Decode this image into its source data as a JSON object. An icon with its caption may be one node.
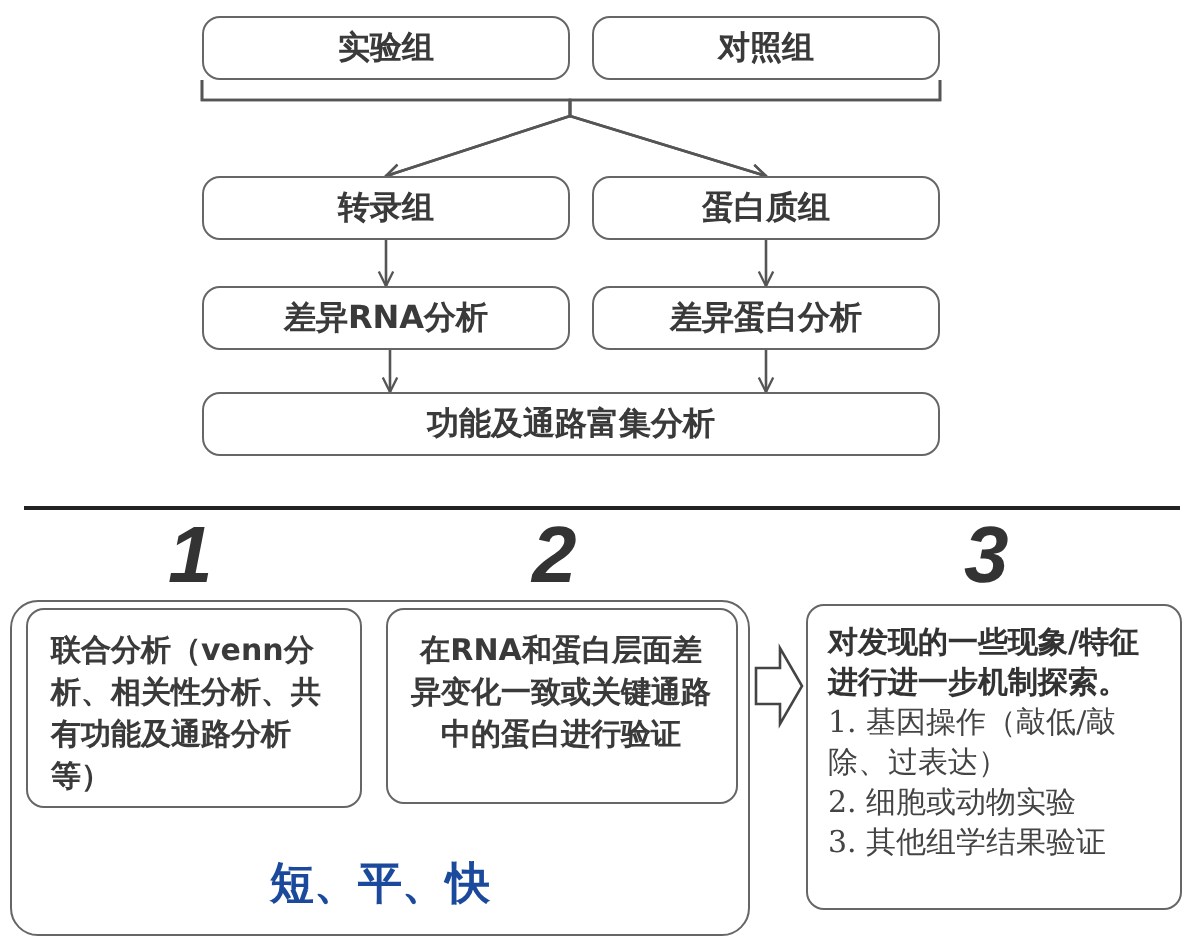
{
  "diagram": {
    "nodes": [
      {
        "text": [
          "实验组"
        ]
      },
      {
        "text": [
          "对照组"
        ]
      },
      {
        "text": [
          "转录组"
        ]
      },
      {
        "text": [
          "蛋白质组"
        ]
      },
      {
        "text": [
          "差异RNA分析"
        ]
      },
      {
        "text": [
          "差异蛋白分析"
        ]
      },
      {
        "text": [
          "功能及通路富集分析"
        ]
      },
      {
        "text": [
          "短、平、快"
        ]
      },
      {
        "text": [
          "联合分析（venn分析、相关性分析、共有功能及通路分析等）"
        ],
        "in": 7
      },
      {
        "text": [
          "在RNA和蛋白层面差异变化一致或关键通路中的蛋白进行验证"
        ],
        "in": 7
      },
      {
        "text": [
          "对发现的一些现象/特征进行进一步机制探索。",
          "1. 基因操作（敲低/敲除、过表达）",
          "2. 细胞或动物实验",
          "3. 其他组学结果验证"
        ]
      }
    ],
    "edges": [
      {
        "from": 0,
        "to": 2,
        "arrow": "to"
      },
      {
        "from": 0,
        "to": 3,
        "arrow": "to"
      },
      {
        "from": 1,
        "to": 2,
        "arrow": "to"
      },
      {
        "from": 1,
        "to": 3,
        "arrow": "to"
      },
      {
        "from": 2,
        "to": 4,
        "arrow": "to"
      },
      {
        "from": 3,
        "to": 5,
        "arrow": "to"
      },
      {
        "from": 4,
        "to": 6,
        "arrow": "to"
      },
      {
        "from": 5,
        "to": 6,
        "arrow": "to"
      },
      {
        "from": 7,
        "to": 10,
        "arrow": "to"
      }
    ],
    "labels": [
      "1",
      "2",
      "3"
    ]
  }
}
